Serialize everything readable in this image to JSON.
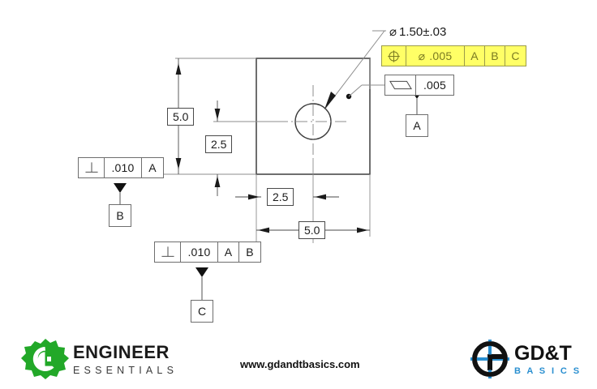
{
  "drawing": {
    "title": "GD&T position tolerance example drawing",
    "part": {
      "shape": "square-plate-with-center-hole",
      "width_label": "5.0",
      "height_label": "5.0"
    },
    "hole_callout": {
      "diameter_symbol": "⌀",
      "text": "1.50±.03"
    },
    "feature_control_frames": [
      {
        "id": "position-hole",
        "highlighted": true,
        "geometric_symbol": "position",
        "modifier": "⌀",
        "tolerance": ".005",
        "datums": [
          "A",
          "B",
          "C"
        ]
      },
      {
        "id": "flatness-a",
        "highlighted": false,
        "geometric_symbol": "flatness",
        "modifier": "",
        "tolerance": ".005",
        "datums": []
      },
      {
        "id": "perpendicularity-b",
        "highlighted": false,
        "geometric_symbol": "perpendicularity",
        "modifier": "",
        "tolerance": ".010",
        "datums": [
          "A"
        ]
      },
      {
        "id": "perpendicularity-c",
        "highlighted": false,
        "geometric_symbol": "perpendicularity",
        "modifier": "",
        "tolerance": ".010",
        "datums": [
          "A",
          "B"
        ]
      }
    ],
    "datum_identifiers": [
      {
        "id": "datum-a",
        "label": "A"
      },
      {
        "id": "datum-b",
        "label": "B"
      },
      {
        "id": "datum-c",
        "label": "C"
      }
    ],
    "basic_dimensions": [
      {
        "id": "vert-overall",
        "value": "5.0",
        "orientation": "vertical"
      },
      {
        "id": "vert-hole",
        "value": "2.5",
        "orientation": "vertical"
      },
      {
        "id": "horz-hole",
        "value": "2.5",
        "orientation": "horizontal"
      },
      {
        "id": "horz-overall",
        "value": "5.0",
        "orientation": "horizontal"
      }
    ]
  },
  "footer": {
    "url": "www.gdandtbasics.com",
    "left_logo": {
      "name": "Engineer Essentials",
      "line1": "ENGINEER",
      "line2": "ESSENTIALS",
      "color": "#22a828",
      "text_color": "#1b1b1b"
    },
    "right_logo": {
      "name": "GD&T Basics",
      "line1": "GD&T",
      "line2": "B A S I C S",
      "color": "#2a8fd0",
      "text_color": "#111111"
    }
  },
  "colors": {
    "highlight": "#ffff66",
    "line": "#4a4a4a",
    "thin_line": "#8c8c8c",
    "text": "#1a1a1a"
  }
}
